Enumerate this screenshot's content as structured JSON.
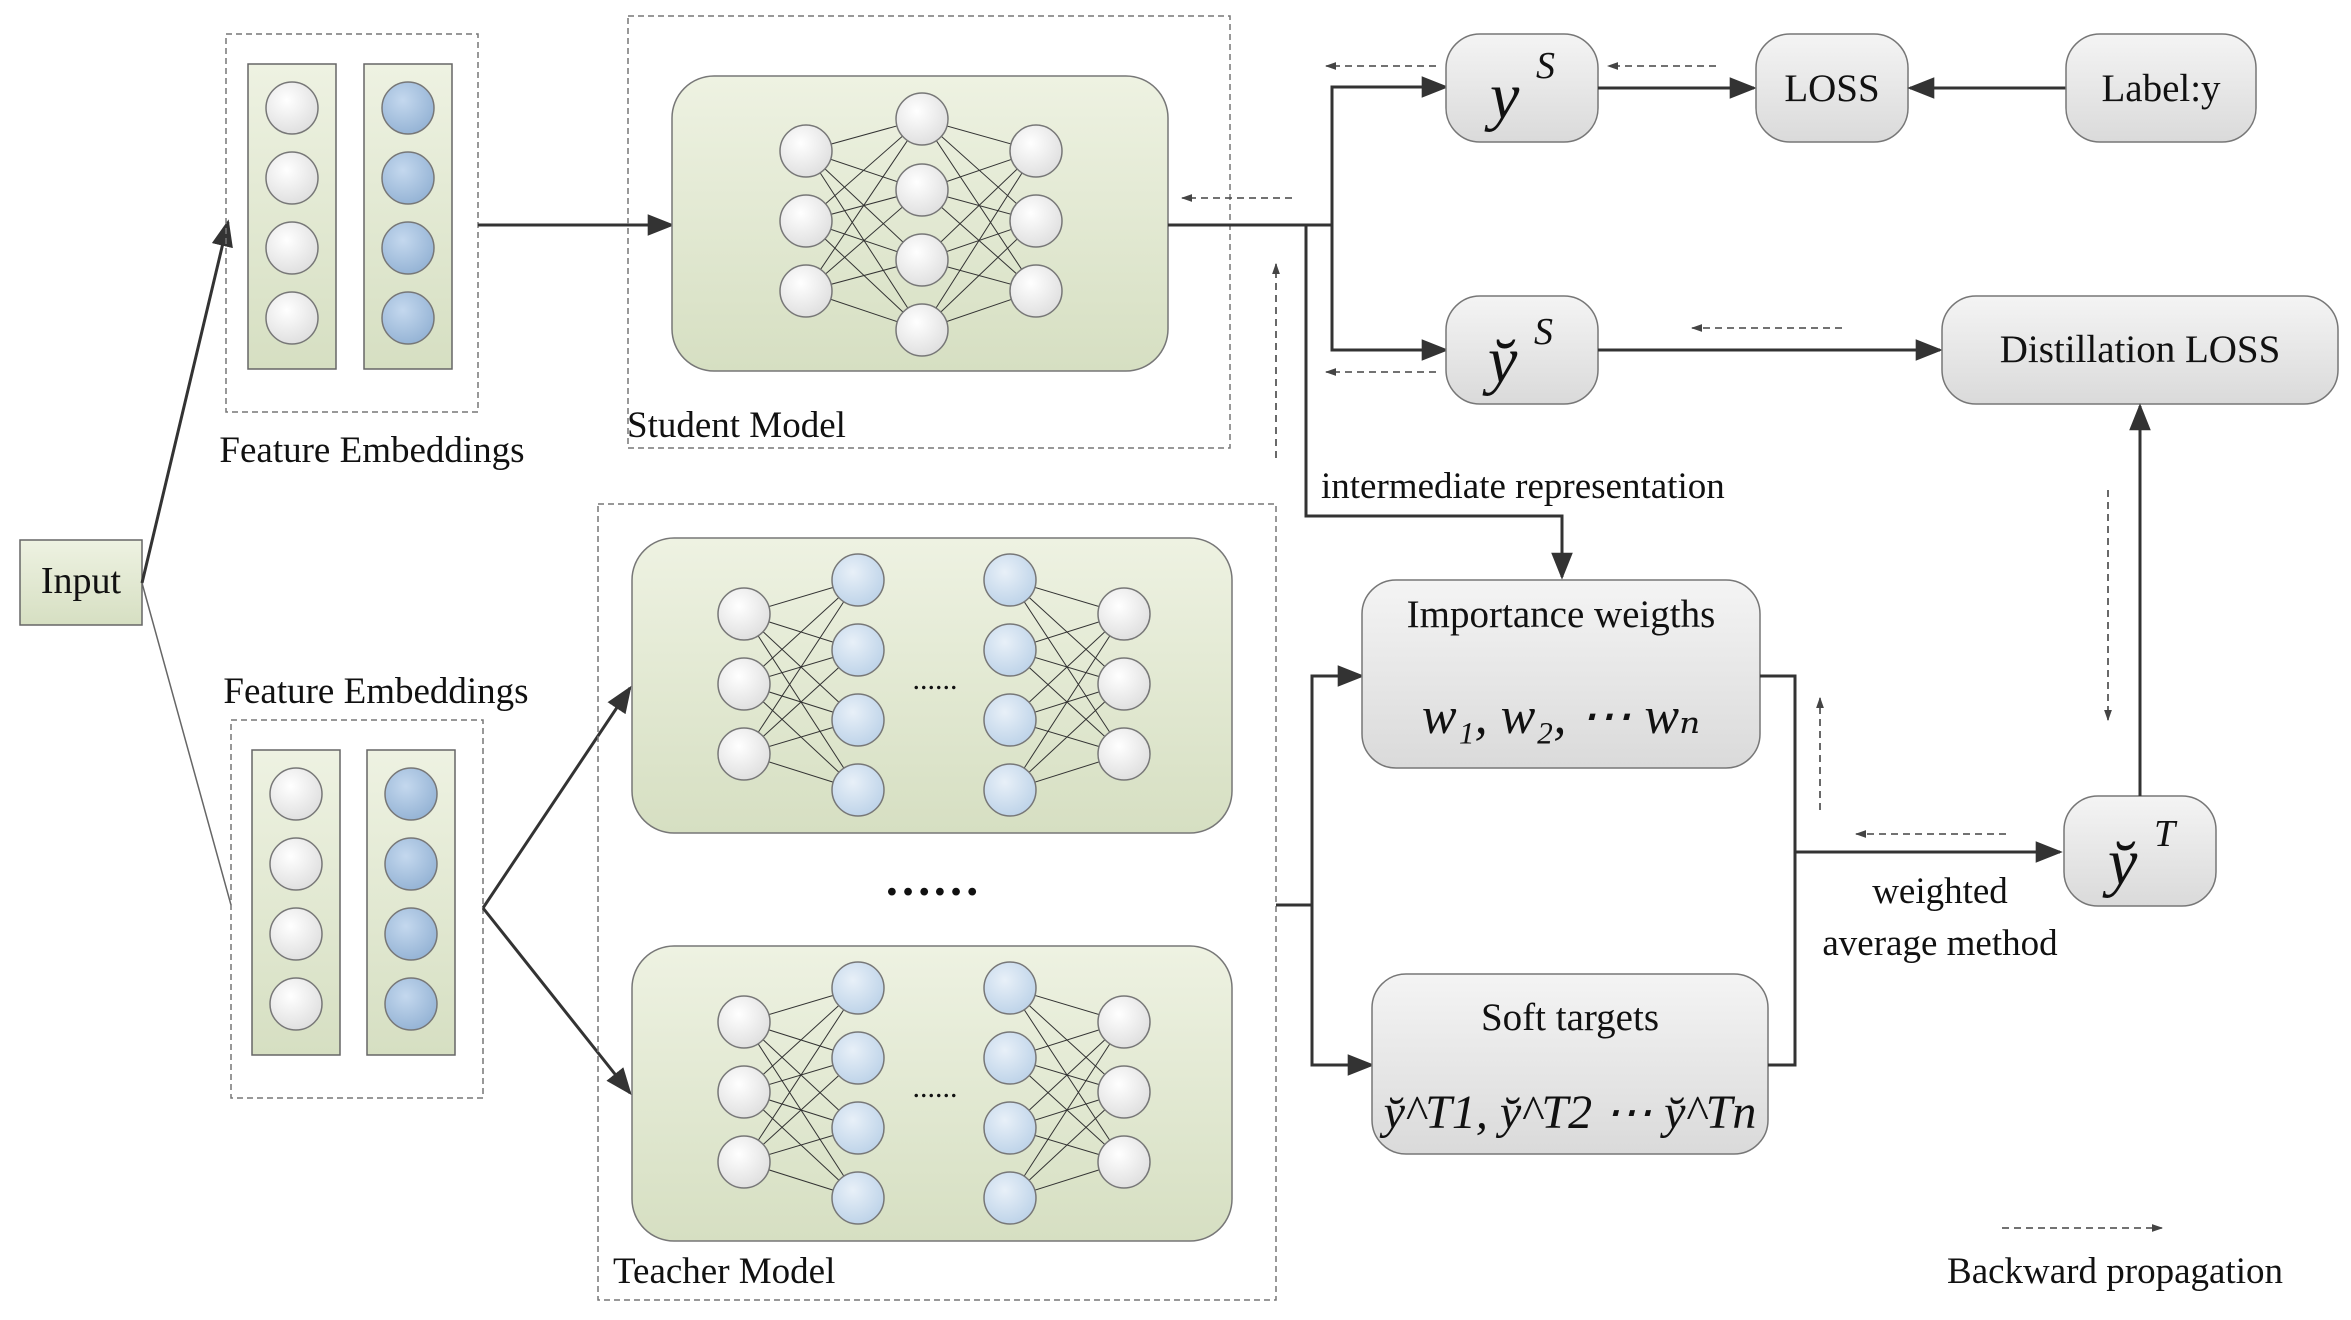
{
  "input": {
    "label": "Input"
  },
  "embeddings": {
    "top_caption": "Feature Embeddings",
    "bottom_caption": "Feature Embeddings"
  },
  "student": {
    "caption": "Student  Model"
  },
  "teacher": {
    "caption": "Teacher Model",
    "ellipsis_between": "……",
    "ellipsis_inner": "......"
  },
  "nodes": {
    "y_s": {
      "base": "y",
      "sup": "S"
    },
    "loss": "LOSS",
    "label": "Label:y",
    "y_s_soft": {
      "base": "y̆",
      "sup": "S"
    },
    "distillation_loss": "Distillation LOSS",
    "importance": {
      "title": "Importance weigths",
      "formula": "w₁, w₂, ⋯ wₙ"
    },
    "soft_targets": {
      "title": "Soft targets",
      "formula": "y̆^T1, y̆^T2 ⋯ y̆^Tn"
    },
    "y_t": {
      "base": "y̆",
      "sup": "T"
    }
  },
  "annotations": {
    "intermediate": "intermediate representation",
    "weighted_line1": "weighted",
    "weighted_line2": "average method",
    "legend": "Backward propagation"
  },
  "colors": {
    "panel_fill": "#dfe6cf",
    "box_fill": "#e6e6e6",
    "node_blue": "#a9c4e0",
    "node_light_blue": "#cfdfee",
    "node_white": "#f4f4f4",
    "line": "#333333"
  }
}
